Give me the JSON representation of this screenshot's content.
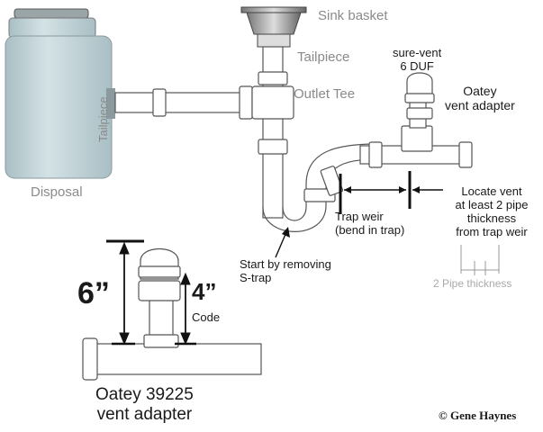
{
  "labels": {
    "sink_basket": "Sink basket",
    "tailpiece_top": "Tailpiece",
    "outlet_tee": "Outlet Tee",
    "tailpiece_side": "Tailpiece",
    "disposal": "Disposal",
    "sure_vent_1": "sure-vent",
    "sure_vent_2": "6 DUF",
    "oatey_vent_1": "Oatey",
    "oatey_vent_2": "vent adapter",
    "trap_weir_1": "Trap weir",
    "trap_weir_2": "(bend in trap)",
    "locate_1": "Locate vent",
    "locate_2": "at least 2 pipe",
    "locate_3": "thickness",
    "locate_4": "from trap weir",
    "start_1": "Start by removing",
    "start_2": "S-trap",
    "pipe_thickness": "2 Pipe thickness",
    "six": "6”",
    "four": "4”",
    "code": "Code",
    "oatey_model_1": "Oatey 39225",
    "oatey_model_2": "vent adapter",
    "copyright": "© Gene Haynes"
  },
  "colors": {
    "pipe_fill": "#ffffff",
    "pipe_stroke": "#555555",
    "disposal_fill": "#c5d6da",
    "label_grey": "#8a8a8a",
    "ink": "#111111"
  }
}
